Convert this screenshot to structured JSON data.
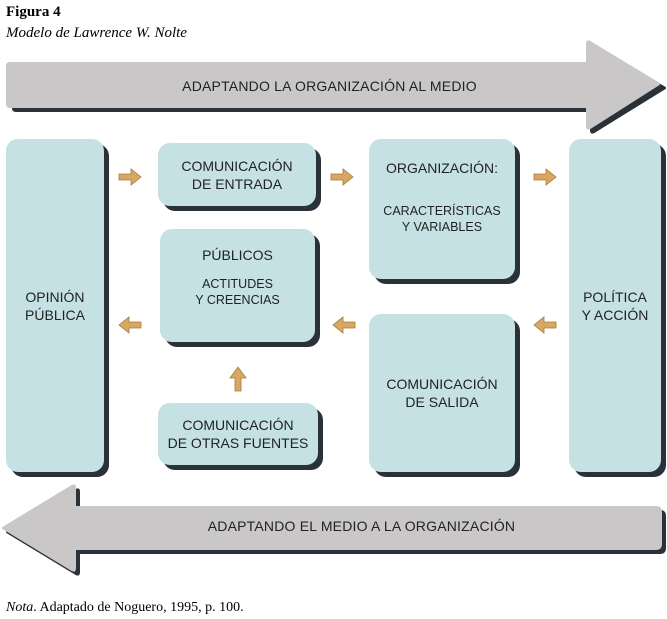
{
  "figure": {
    "label": "Figura 4",
    "title": "Modelo de Lawrence W. Nolte"
  },
  "arrows": {
    "top": "ADAPTANDO LA ORGANIZACIÓN AL MEDIO",
    "bottom": "ADAPTANDO EL MEDIO A LA ORGANIZACIÓN"
  },
  "boxes": {
    "opinion": "OPINIÓN\nPÚBLICA",
    "comunicacion_entrada": "COMUNICACIÓN\nDE ENTRADA",
    "publicos": {
      "title": "PÚBLICOS",
      "subtitle": "ACTITUDES\nY CREENCIAS"
    },
    "comunicacion_otras": "COMUNICACIÓN\nDE OTRAS FUENTES",
    "organizacion": {
      "title": "ORGANIZACIÓN:",
      "subtitle": "CARACTERÍSTICAS\nY VARIABLES"
    },
    "comunicacion_salida": "COMUNICACIÓN\nDE SALIDA",
    "politica": "POLÍTICA\nY ACCIÓN"
  },
  "note": {
    "prefix": "Nota",
    "text": ". Adaptado de Noguero, 1995, p. 100."
  },
  "colors": {
    "box_fill": "#c5e1e4",
    "shadow": "#2b3138",
    "big_arrow": "#c9c7c8",
    "small_arrow": "#d8a862"
  }
}
